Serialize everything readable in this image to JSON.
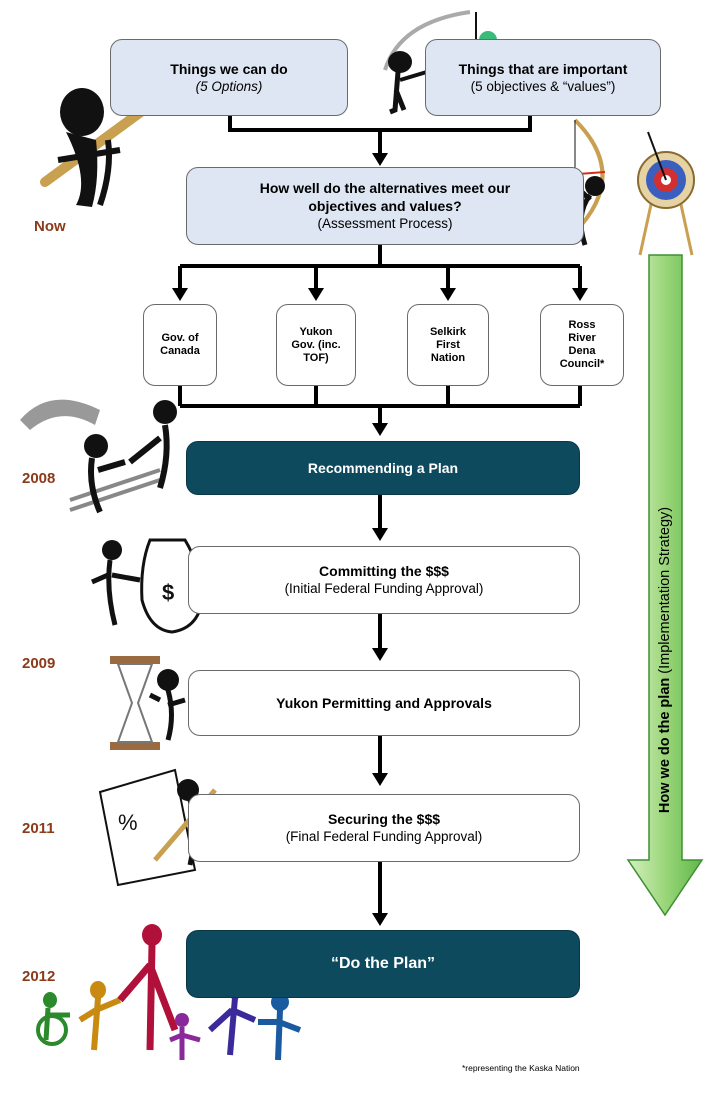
{
  "options_box": {
    "title": "Things we can do",
    "subtitle": "(5 Options)"
  },
  "values_box": {
    "title": "Things that are important",
    "subtitle": "(5 objectives & “values”)"
  },
  "assessment_box": {
    "title_line1": "How well do the alternatives meet our",
    "title_line2": "objectives and values?",
    "subtitle": "(Assessment Process)"
  },
  "parties": [
    {
      "lines": [
        "Gov. of",
        "Canada"
      ]
    },
    {
      "lines": [
        "Yukon",
        "Gov. (inc.",
        "TOF)"
      ]
    },
    {
      "lines": [
        "Selkirk",
        "First",
        "Nation"
      ]
    },
    {
      "lines": [
        "Ross",
        "River",
        "Dena",
        "Council*"
      ]
    }
  ],
  "steps": [
    {
      "title": "Recommending a Plan"
    },
    {
      "title": "Committing the $$$",
      "subtitle": "(Initial Federal Funding Approval)"
    },
    {
      "title": "Yukon Permitting and Approvals"
    },
    {
      "title": "Securing the $$$",
      "subtitle": "(Final Federal Funding Approval)"
    },
    {
      "title": "“Do the Plan”"
    }
  ],
  "timeline": {
    "now": "Now",
    "y2008": "2008",
    "y2009": "2009",
    "y2011": "2011",
    "y2012": "2012"
  },
  "side_arrow": {
    "bold": "How we do the plan",
    "normal": " (Implementation Strategy)"
  },
  "footnote": "*representing the Kaska Nation",
  "colors": {
    "light_box": "#dde6f2",
    "dark_box": "#0e4a5e",
    "year": "#8b3a1a",
    "arrow_green": "#9bd67a"
  },
  "icons": [
    "hammer-figure-icon",
    "painter-figure-icon",
    "archer-figure-icon",
    "target-icon",
    "handshake-figures-icon",
    "money-bag-figure-icon",
    "hourglass-figure-icon",
    "drawing-figure-icon",
    "family-figures-icon"
  ]
}
